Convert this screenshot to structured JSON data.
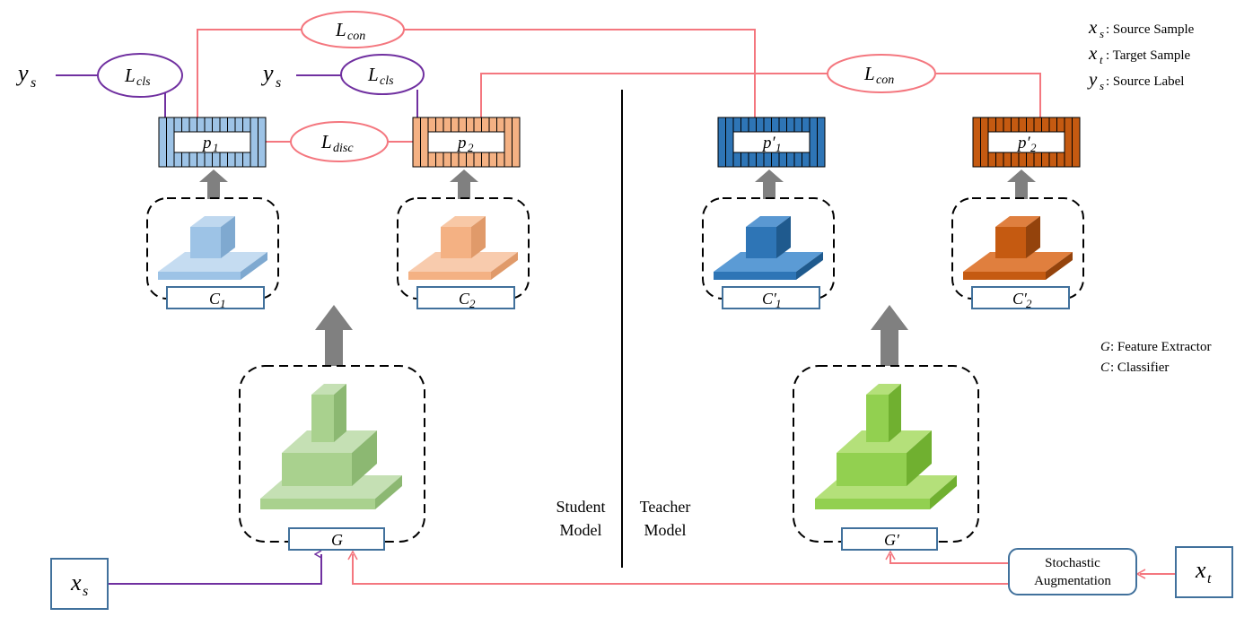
{
  "legend": {
    "xs": {
      "sym": "x",
      "sub": "s",
      "text": ": Source Sample"
    },
    "xt": {
      "sym": "x",
      "sub": "t",
      "text": ": Target Sample"
    },
    "ys": {
      "sym": "y",
      "sub": "s",
      "text": ": Source Label"
    },
    "g": {
      "sym": "G",
      "text": ": Feature Extractor"
    },
    "c": {
      "sym": "C",
      "text": ": Classifier"
    }
  },
  "student": {
    "label_line1": "Student",
    "label_line2": "Model",
    "feature_extractor": {
      "sym": "G"
    },
    "classifier1": {
      "sym": "C",
      "sub": "1"
    },
    "classifier2": {
      "sym": "C",
      "sub": "2"
    },
    "pred1": {
      "sym": "p",
      "sub": "1"
    },
    "pred2": {
      "sym": "p",
      "sub": "2"
    }
  },
  "teacher": {
    "label_line1": "Teacher",
    "label_line2": "Model",
    "feature_extractor": {
      "sym": "G′"
    },
    "classifier1": {
      "sym": "C′",
      "sub": "1"
    },
    "classifier2": {
      "sym": "C′",
      "sub": "2"
    },
    "pred1": {
      "sym": "p′",
      "sub": "1"
    },
    "pred2": {
      "sym": "p′",
      "sub": "2"
    }
  },
  "losses": {
    "cls1": {
      "sym": "L",
      "sub": "cls"
    },
    "cls2": {
      "sym": "L",
      "sub": "cls"
    },
    "disc": {
      "sym": "L",
      "sub": "disc"
    },
    "con1": {
      "sym": "L",
      "sub": "con"
    },
    "con2": {
      "sym": "L",
      "sub": "con"
    }
  },
  "labels_ys": {
    "ys1": {
      "sym": "y",
      "sub": "s"
    },
    "ys2": {
      "sym": "y",
      "sub": "s"
    }
  },
  "inputs": {
    "xs": {
      "sym": "x",
      "sub": "s"
    },
    "xt": {
      "sym": "x",
      "sub": "t"
    }
  },
  "augmentation": {
    "line1": "Stochastic",
    "line2": "Augmentation"
  },
  "colors": {
    "purple": "#7030a0",
    "pink": "#f4777f",
    "blue_light": "#9dc3e6",
    "orange_light": "#f4b183",
    "blue_dark": "#2e75b6",
    "orange_dark": "#c55a11",
    "green_light": "#a9d18e",
    "green_bright": "#92d050",
    "box_border": "#41719c",
    "gray_arrow": "#808080"
  }
}
